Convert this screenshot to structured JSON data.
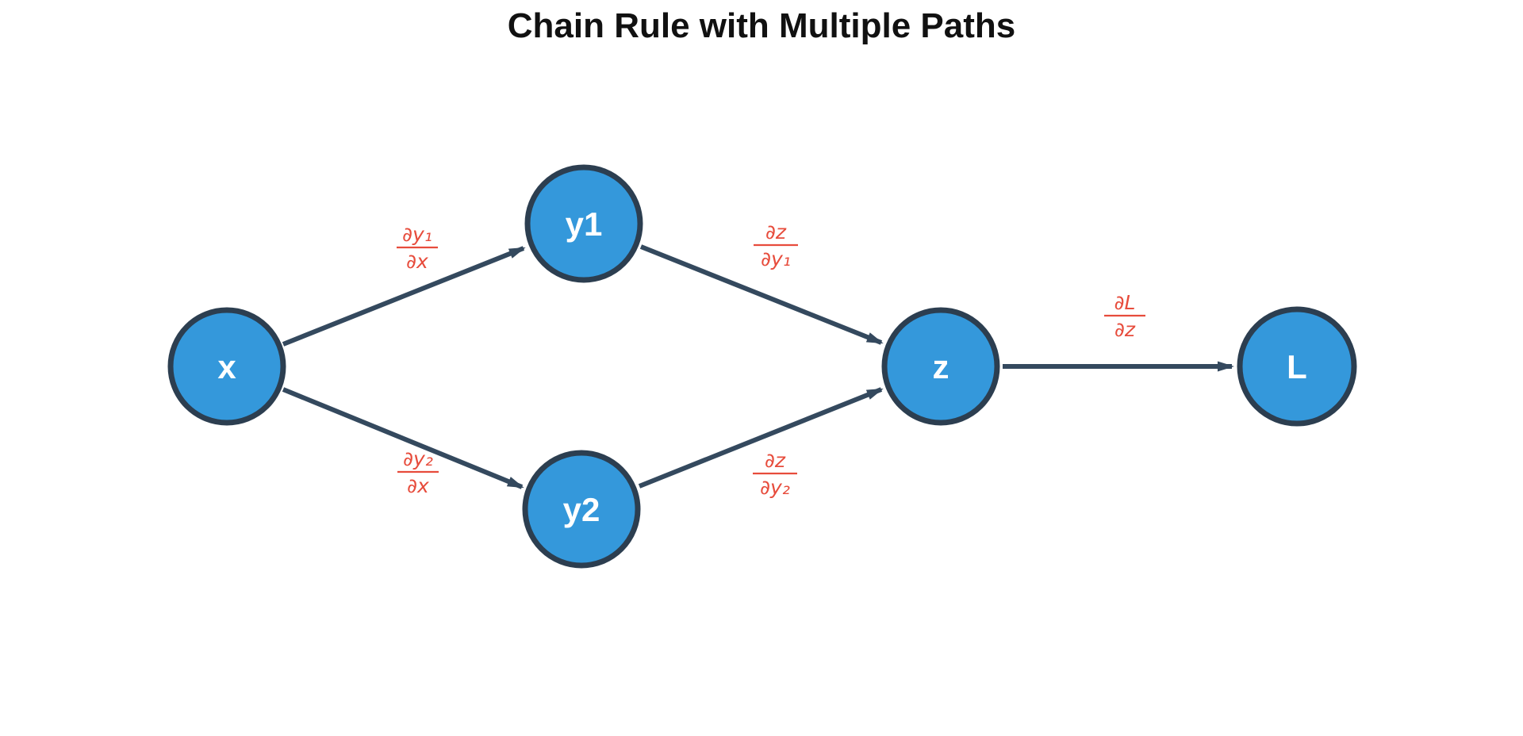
{
  "title": "Chain Rule with Multiple Paths",
  "colors": {
    "background": "#ffffff",
    "node_fill": "#3498db",
    "node_border": "#2c3e50",
    "edge": "#34495e",
    "edge_label": "#e74c3c",
    "node_text": "#ffffff",
    "title_text": "#111111"
  },
  "nodes": {
    "x": {
      "label": "x"
    },
    "y1": {
      "label": "y1"
    },
    "y2": {
      "label": "y2"
    },
    "z": {
      "label": "z"
    },
    "L": {
      "label": "L"
    }
  },
  "edge_labels": {
    "x_y1": {
      "num": "∂y₁",
      "den": "∂x"
    },
    "x_y2": {
      "num": "∂y₂",
      "den": "∂x"
    },
    "y1_z": {
      "num": "∂z",
      "den": "∂y₁"
    },
    "y2_z": {
      "num": "∂z",
      "den": "∂y₂"
    },
    "z_L": {
      "num": "∂L",
      "den": "∂z"
    }
  }
}
